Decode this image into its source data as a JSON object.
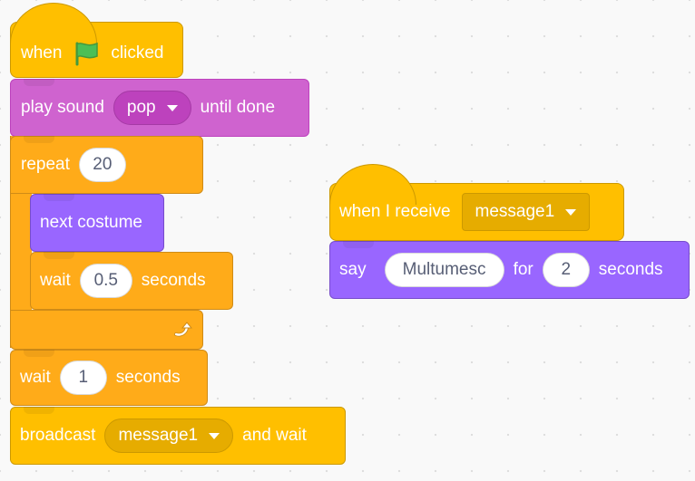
{
  "script1": {
    "when_flag": {
      "when": "when",
      "clicked": "clicked",
      "flag_icon": "green-flag-icon"
    },
    "play_sound": {
      "label": "play sound",
      "sound": "pop",
      "suffix": "until done"
    },
    "repeat": {
      "label": "repeat",
      "count": "20",
      "loop_icon": "loop-arrow-icon"
    },
    "next_costume": {
      "label": "next costume"
    },
    "inner_wait": {
      "label": "wait",
      "value": "0.5",
      "unit": "seconds"
    },
    "wait": {
      "label": "wait",
      "value": "1",
      "unit": "seconds"
    },
    "broadcast": {
      "label": "broadcast",
      "message": "message1",
      "suffix": "and wait"
    }
  },
  "script2": {
    "when_receive": {
      "label": "when I receive",
      "message": "message1"
    },
    "say": {
      "label": "say",
      "text": "Multumesc",
      "for": "for",
      "secs": "2",
      "unit": "seconds"
    }
  },
  "colors": {
    "events": "#ffbf00",
    "sound": "#cf63cf",
    "control": "#ffab19",
    "looks": "#9966ff",
    "canvas": "#f9f9f9"
  }
}
